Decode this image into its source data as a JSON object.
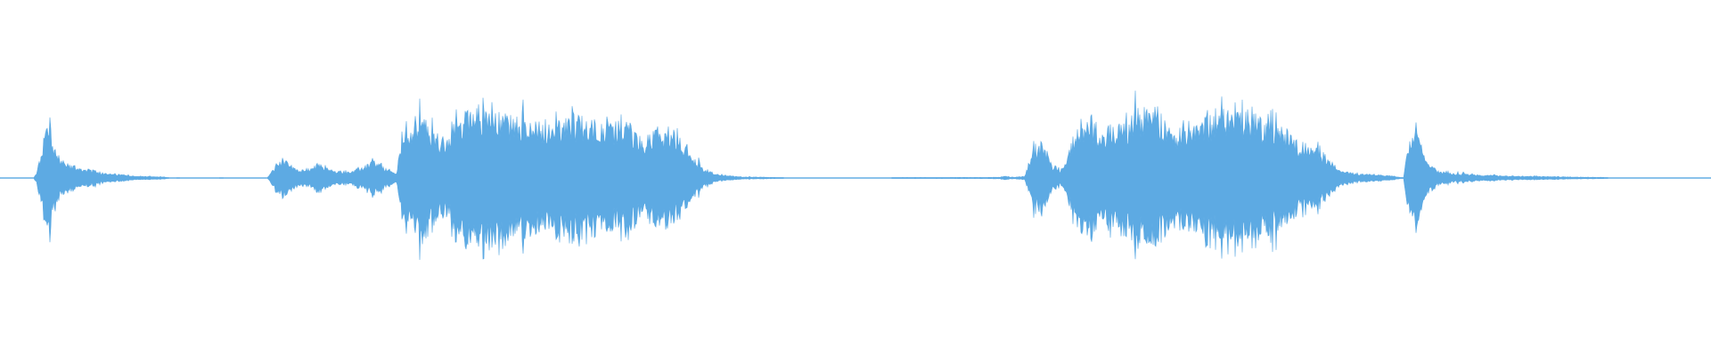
{
  "waveform": {
    "color": "#5daae3",
    "background": "#ffffff",
    "duration_fraction_spans": [
      {
        "start": 0.018,
        "end": 0.078,
        "peak": 0.44
      },
      {
        "start": 0.15,
        "end": 0.42,
        "peak": 0.62
      },
      {
        "start": 0.6,
        "end": 0.785,
        "peak": 0.66
      },
      {
        "start": 0.822,
        "end": 0.935,
        "peak": 0.5
      }
    ]
  }
}
